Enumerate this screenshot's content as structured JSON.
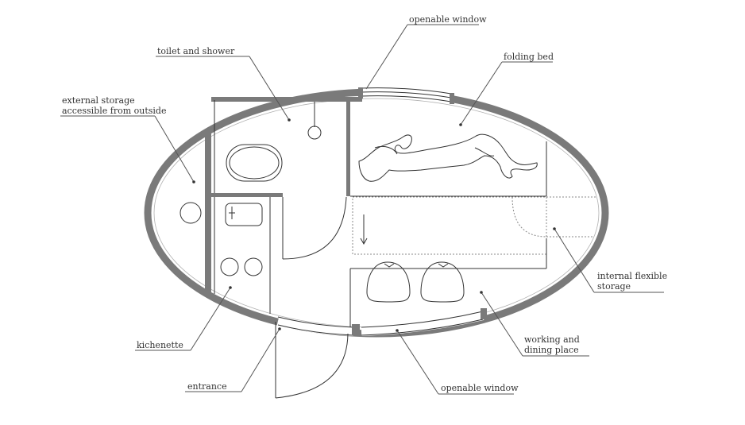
{
  "labels": {
    "openable_window_top": "openable window",
    "folding_bed": "folding bed",
    "toilet_and_shower": "toilet and shower",
    "external_storage_line1": "external storage",
    "external_storage_line2": "accessible from outside",
    "internal_storage_line1": "internal flexible",
    "internal_storage_line2": "storage",
    "working_dining_line1": "working and",
    "working_dining_line2": "dining place",
    "openable_window_bottom": "openable window",
    "kichenette": "kichenette",
    "entrance": "entrance"
  },
  "colors": {
    "wall": "#7a7a7a",
    "line": "#333333",
    "leader": "#555555",
    "text": "#333333"
  }
}
